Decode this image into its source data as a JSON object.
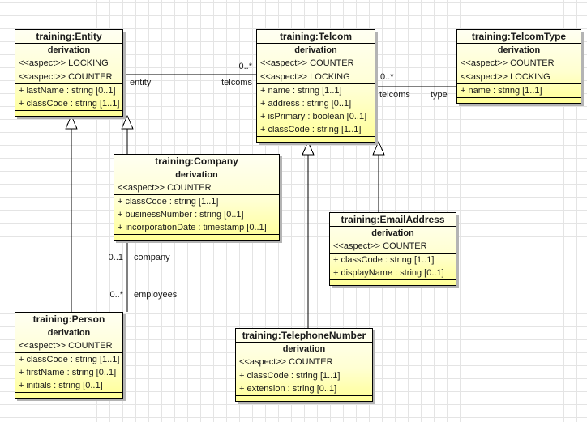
{
  "diagram_title": "UML class diagram - training model",
  "colors": {
    "box_fill_top": "#FFFFF2",
    "box_fill_bottom": "#FFFF96",
    "box_border": "#000000",
    "box_shadow": "#B4B4B4",
    "grid_line": "#E4E4E4",
    "background": "#FFFFFF"
  },
  "classes": [
    {
      "title": "training:Entity",
      "subtitle": "derivation",
      "aspects": [
        "<<aspect>> LOCKING",
        "<<aspect>> COUNTER"
      ],
      "attributes": [
        "+ lastName : string [0..1]",
        "+ classCode : string [1..1]"
      ]
    },
    {
      "title": "training:Telcom",
      "subtitle": "derivation",
      "aspects": [
        "<<aspect>> COUNTER",
        "<<aspect>> LOCKING"
      ],
      "attributes": [
        "+ name : string [1..1]",
        "+ address : string [0..1]",
        "+ isPrimary : boolean [0..1]",
        "+ classCode : string [1..1]"
      ]
    },
    {
      "title": "training:TelcomType",
      "subtitle": "derivation",
      "aspects": [
        "<<aspect>> COUNTER",
        "<<aspect>> LOCKING"
      ],
      "attributes": [
        "+ name : string [1..1]"
      ]
    },
    {
      "title": "training:Company",
      "subtitle": "derivation",
      "aspects": [
        "<<aspect>> COUNTER"
      ],
      "attributes": [
        "+ classCode : string [1..1]",
        "+ businessNumber : string [0..1]",
        "+ incorporationDate : timestamp [0..1]"
      ]
    },
    {
      "title": "training:EmailAddress",
      "subtitle": "derivation",
      "aspects": [
        "<<aspect>> COUNTER"
      ],
      "attributes": [
        "+ classCode : string [1..1]",
        "+ displayName : string [0..1]"
      ]
    },
    {
      "title": "training:Person",
      "subtitle": "derivation",
      "aspects": [
        "<<aspect>> COUNTER"
      ],
      "attributes": [
        "+ classCode : string [1..1]",
        "+ firstName : string [0..1]",
        "+ initials : string [0..1]"
      ]
    },
    {
      "title": "training:TelephoneNumber",
      "subtitle": "derivation",
      "aspects": [
        "<<aspect>> COUNTER"
      ],
      "attributes": [
        "+ classCode : string [1..1]",
        "+ extension : string [0..1]"
      ]
    }
  ],
  "edges": {
    "entity_telcoms": {
      "multiplicity": "0..*",
      "source_role": "entity",
      "target_role": "telcoms"
    },
    "telcom_type": {
      "multiplicity": "0..*",
      "source_role": "telcoms",
      "target_role": "type"
    },
    "company_employees": {
      "source_multiplicity": "0..1",
      "source_role": "company",
      "target_multiplicity": "0..*",
      "target_role": "employees"
    }
  }
}
